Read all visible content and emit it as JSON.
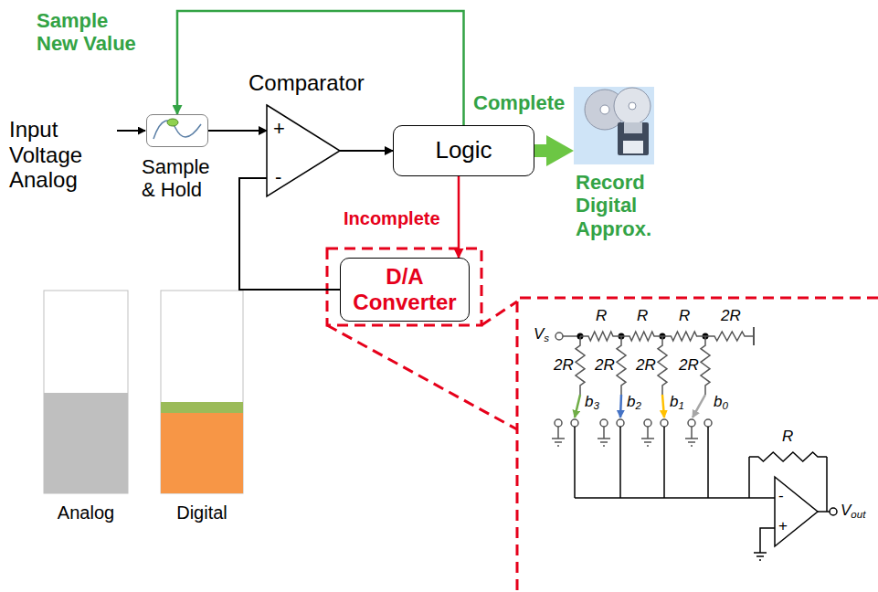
{
  "diagram": {
    "nodes": [
      {
        "text": [
          "Sample & Hold"
        ]
      },
      {
        "text": [
          "Comparator",
          "+",
          "-"
        ]
      },
      {
        "text": [
          "Logic"
        ]
      },
      {
        "text": [
          "Record Digital Approx."
        ]
      },
      {
        "text": [
          "D/A Converter"
        ]
      }
    ],
    "edges": [
      {
        "from": 0,
        "to": 1,
        "arrow": "to"
      },
      {
        "from": 1,
        "to": 2,
        "arrow": "to"
      },
      {
        "from": 2,
        "to": 0,
        "label": "Sample New Value",
        "arrow": "to"
      },
      {
        "from": 2,
        "to": 3,
        "label": "Complete",
        "arrow": "to"
      },
      {
        "from": 2,
        "to": 4,
        "label": "Incomplete",
        "arrow": "to"
      },
      {
        "from": 4,
        "to": 1,
        "arrow": "none"
      }
    ],
    "labels": [
      "Input Voltage Analog",
      "Analog",
      "Digital",
      "Vs",
      "R",
      "R",
      "R",
      "2R",
      "2R",
      "2R",
      "2R",
      "2R",
      "b3",
      "b2",
      "b1",
      "b0",
      "R",
      "-",
      "+",
      "Vout"
    ]
  }
}
